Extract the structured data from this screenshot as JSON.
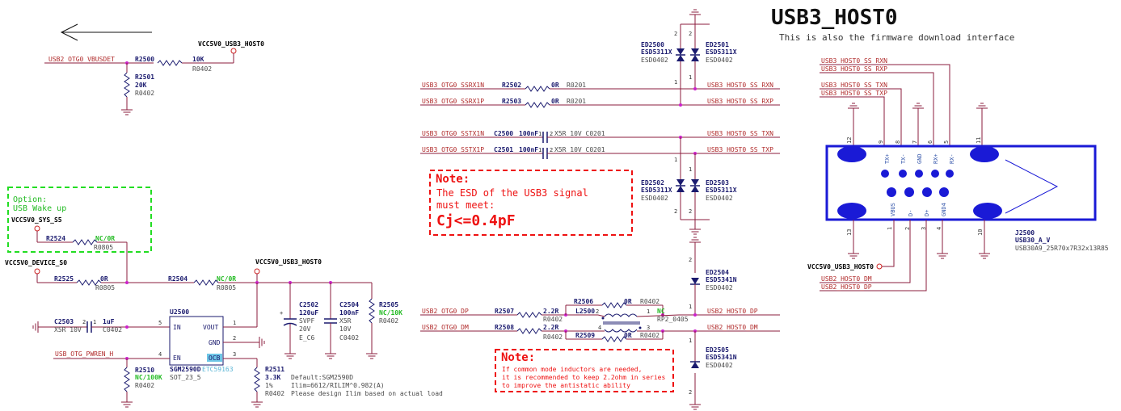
{
  "title": "USB3_HOST0",
  "subtitle": "This is also the firmware download interface",
  "power": {
    "vcc_usb3_host": "VCC5V0_USB3_HOST0",
    "vcc_sys": "VCC5V0_SYS_S5",
    "vcc_device": "VCC5V0_DEVICE_S0"
  },
  "nets": {
    "vbusdet": "USB2_OTG0_VBUSDET",
    "otg_ssrx1n": "USB3_OTG0_SSRX1N",
    "otg_ssrx1p": "USB3_OTG0_SSRX1P",
    "otg_sstx1n": "USB3_OTG0_SSTX1N",
    "otg_sstx1p": "USB3_OTG0_SSTX1P",
    "host_ss_rxn": "USB3_HOST0_SS_RXN",
    "host_ss_rxp": "USB3_HOST0_SS_RXP",
    "host_ss_txn": "USB3_HOST0_SS_TXN",
    "host_ss_txp": "USB3_HOST0_SS_TXP",
    "otg_dp": "USB2_OTG0_DP",
    "otg_dm": "USB2_OTG0_DM",
    "host_dp": "USB2_HOST0_DP",
    "host_dm": "USB2_HOST0_DM",
    "pwren": "USB_OTG_PWREN_H",
    "vcc_usb3_host_conn": "VCC5V0_USB3_HOST0"
  },
  "option": {
    "line1": "Option:",
    "line2": "USB Wake up"
  },
  "components": {
    "R2500": {
      "ref": "R2500",
      "val": "10K",
      "fp": "R0402"
    },
    "R2501": {
      "ref": "R2501",
      "val": "20K",
      "fp": "R0402"
    },
    "R2524": {
      "ref": "R2524",
      "val": "NC/0R",
      "fp": "R0805"
    },
    "R2525": {
      "ref": "R2525",
      "val": "0R",
      "fp": "R0805"
    },
    "R2504": {
      "ref": "R2504",
      "val": "NC/0R",
      "fp": "R0805"
    },
    "C2503": {
      "ref": "C2503",
      "val": "1uF",
      "spec": "X5R 10V",
      "fp": "C0402"
    },
    "U2500": {
      "ref": "U2500",
      "part": "SGM2590D",
      "alt": "ETC59163",
      "fp": "SOT_23_5",
      "pin_in": "IN",
      "pin_vout": "VOUT",
      "pin_gnd": "GND",
      "pin_en": "EN",
      "pin_ocb": "OCB"
    },
    "R2510": {
      "ref": "R2510",
      "val": "NC/100K",
      "fp": "R0402"
    },
    "R2511": {
      "ref": "R2511",
      "val": "3.3K",
      "tol": "1%",
      "fp": "R0402"
    },
    "C2502": {
      "ref": "C2502",
      "val": "120uF",
      "spec1": "SVPF",
      "spec2": "20V",
      "fp": "E_C6"
    },
    "C2504": {
      "ref": "C2504",
      "val": "100nF",
      "spec1": "X5R",
      "spec2": "10V",
      "fp": "C0402"
    },
    "R2505": {
      "ref": "R2505",
      "val": "NC/10K",
      "fp": "R0402"
    },
    "ED2500": {
      "ref": "ED2500",
      "part": "ESD5311X",
      "fp": "ESD0402"
    },
    "ED2501": {
      "ref": "ED2501",
      "part": "ESD5311X",
      "fp": "ESD0402"
    },
    "ED2502": {
      "ref": "ED2502",
      "part": "ESD5311X",
      "fp": "ESD0402"
    },
    "ED2503": {
      "ref": "ED2503",
      "part": "ESD5311X",
      "fp": "ESD0402"
    },
    "ED2504": {
      "ref": "ED2504",
      "part": "ESD5341N",
      "fp": "ESD0402"
    },
    "ED2505": {
      "ref": "ED2505",
      "part": "ESD5341N",
      "fp": "ESD0402"
    },
    "R2502": {
      "ref": "R2502",
      "val": "0R",
      "fp": "R0201"
    },
    "R2503": {
      "ref": "R2503",
      "val": "0R",
      "fp": "R0201"
    },
    "C2500": {
      "ref": "C2500",
      "val": "100nF",
      "spec": "X5R 10V C0201"
    },
    "C2501": {
      "ref": "C2501",
      "val": "100nF",
      "spec": "X5R 10V C0201"
    },
    "R2507": {
      "ref": "R2507",
      "val": "2.2R",
      "fp": "R0402"
    },
    "R2508": {
      "ref": "R2508",
      "val": "2.2R",
      "fp": "R0402"
    },
    "R2506": {
      "ref": "R2506",
      "val": "0R",
      "fp": "R0402"
    },
    "R2509": {
      "ref": "R2509",
      "val": "0R",
      "fp": "R0402"
    },
    "L2500": {
      "ref": "L2500",
      "val": "NC",
      "fp": "RP2_0405"
    },
    "J2500": {
      "ref": "J2500",
      "part": "USB30_A_V",
      "fp": "USB30A9_25R70x7R32x13R85"
    }
  },
  "default_note": {
    "line1": "Default:SGM2590D",
    "line2": "Ilim=6612/RILIM^0.982(A)",
    "line3": "Please design Ilim based on actual load"
  },
  "note1": {
    "heading": "Note:",
    "line1": "The ESD of the USB3 signal",
    "line2": "must meet:",
    "line3": "Cj<=0.4pF"
  },
  "note2": {
    "heading": "Note:",
    "line1": "If common mode inductors are needed,",
    "line2": "it is recommended to keep 2.2ohm in series",
    "line3": "to improve the antistatic ability"
  },
  "connector_pins": {
    "top": [
      "TX+",
      "TX-",
      "GND",
      "RX+",
      "RX-"
    ],
    "top_nums": [
      "9",
      "8",
      "7",
      "6",
      "5"
    ],
    "bottom": [
      "VBUS",
      "D-",
      "D+",
      "GND4"
    ],
    "bottom_nums": [
      "1",
      "2",
      "3",
      "4"
    ],
    "shield": [
      "12",
      "11",
      "13",
      "10"
    ]
  },
  "pin_nums": {
    "p1": "1",
    "p2": "2",
    "p3": "3",
    "p4": "4",
    "p5": "5"
  }
}
